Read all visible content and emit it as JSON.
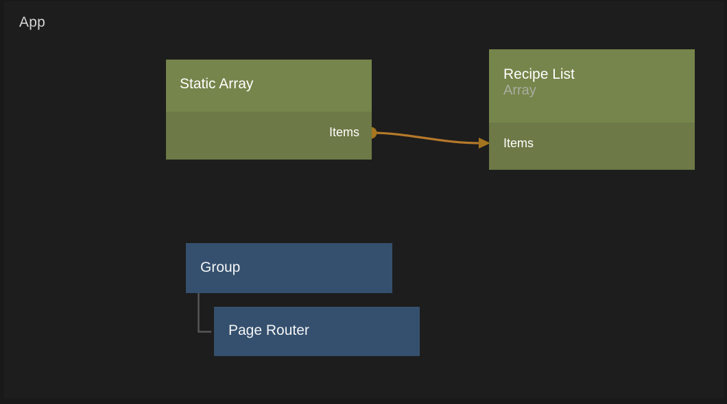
{
  "canvas": {
    "title": "App",
    "background_color": "#1d1d1d",
    "frame_color": "#191919"
  },
  "colors": {
    "green_header": "#76854b",
    "green_body": "#6d7946",
    "blue_node": "#35506e",
    "edge_orange": "#b5792a",
    "tree_line_gray": "#585858",
    "title_text": "#ffffff",
    "subtitle_text": "#a8ada1"
  },
  "nodes": [
    {
      "id": "static-array",
      "title": "Static Array",
      "subtitle": "",
      "kind": "green",
      "ports": [
        {
          "label": "Items",
          "side": "right",
          "has_dot": true
        }
      ]
    },
    {
      "id": "recipe-list",
      "title": "Recipe List",
      "subtitle": "Array",
      "kind": "green",
      "ports": [
        {
          "label": "Items",
          "side": "left",
          "has_arrow": true
        }
      ]
    },
    {
      "id": "group",
      "title": "Group",
      "subtitle": "",
      "kind": "blue",
      "ports": []
    },
    {
      "id": "page-router",
      "title": "Page Router",
      "subtitle": "",
      "kind": "blue",
      "ports": []
    }
  ],
  "edges": [
    {
      "id": "items-to-items",
      "from_node": "static-array",
      "from_port": "Items",
      "to_node": "recipe-list",
      "to_port": "Items",
      "color": "#b5792a",
      "style": "bezier-arrow"
    },
    {
      "id": "group-to-page-router",
      "from_node": "group",
      "to_node": "page-router",
      "color": "#585858",
      "style": "tree-elbow"
    }
  ]
}
